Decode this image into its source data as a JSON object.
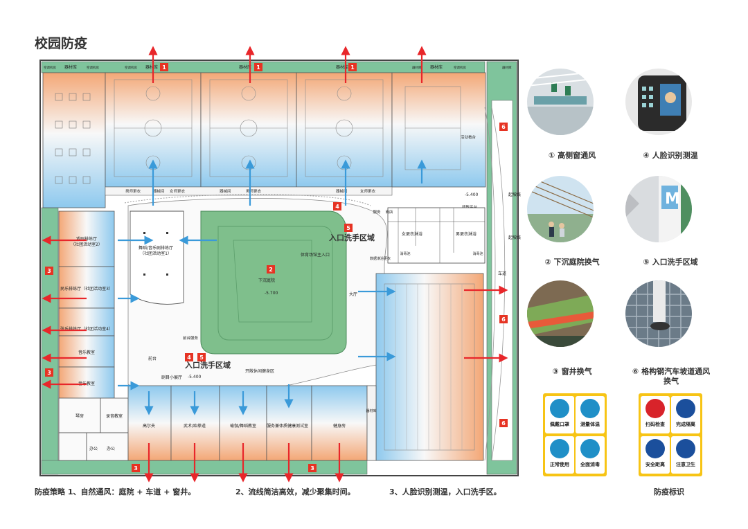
{
  "title": "校园防疫",
  "plan": {
    "top_rooms": [
      "器材库",
      "器材库",
      "器材库",
      "器材库",
      "空调机房",
      "器材库",
      "器材库",
      "空调机房"
    ],
    "small_rooms": [
      "器材库",
      "空调机房",
      "空调机房",
      "器材库"
    ],
    "rooms": {
      "drama": "戏剧排练厅\n（社团活动室2）",
      "dance": "舞蹈/音乐剧排练厅\n（社团活动室1）",
      "folk": "民乐排练厅（社团活动室3）",
      "band": "弦乐排练厅（社团活动室4）",
      "music1": "音乐教室",
      "music2": "音乐教室",
      "piano": "琴房",
      "record": "录音教室",
      "office1": "办公",
      "office2": "办公",
      "golf": "高尔夫",
      "martial": "武术/跆拳道",
      "yoga": "瑜伽/舞蹈教室",
      "health": "服务兼体质健康测试室",
      "gym": "健身房",
      "equip": "器材库",
      "lobby": "前台",
      "minihall": "剧目小展厅",
      "frontservice": "前台服务",
      "courtyard": "下沉庭院",
      "entrance": "体育场馆主入口",
      "hall": "大厅",
      "restarea": "开敞休闲健身区",
      "stand": "活动看台",
      "platform": "疏散平台",
      "women": "女更衣淋浴",
      "men": "男更衣淋浴",
      "disinfect1": "消毒池",
      "disinfect2": "消毒池",
      "cleaner": "数据淋浴更衣",
      "lane": "车道",
      "service": "服务",
      "shop": "商店"
    },
    "changing": [
      "男师更衣",
      "器械间",
      "女师更衣",
      "器械间",
      "男师更衣",
      "器械间",
      "女师更衣"
    ],
    "levels": {
      "courtyard": "-5.700",
      "lobby": "-5.400",
      "stand": "-5.400"
    },
    "lines": {
      "start1": "起坡线",
      "start2": "起坡线"
    },
    "wash_label1": "入口洗手区域",
    "wash_label2": "入口洗手区域",
    "markers": [
      "1",
      "1",
      "1",
      "2",
      "3",
      "3",
      "3",
      "3",
      "4",
      "4",
      "5",
      "5",
      "6",
      "6",
      "6"
    ]
  },
  "captions": {
    "c1": "① 高侧窗通风",
    "c2": "② 下沉庭院换气",
    "c3": "③ 窗井换气",
    "c4": "④ 人脸识别测温",
    "c5": "⑤ 入口洗手区域",
    "c6": "⑥ 格构钢汽车坡道通风换气"
  },
  "posters": {
    "left": [
      "佩戴口罩",
      "测量体温",
      "正常使用",
      "全面消毒"
    ],
    "right": [
      "扫码检查",
      "完成隔离",
      "安全距离",
      "注意卫生"
    ]
  },
  "footer": {
    "s1": "防疫策略 1、自然通风：庭院 + 车道 + 窗井。",
    "s2": "2、流线简洁高效，减少聚集时间。",
    "s3": "3、人脸识别测温，入口洗手区。",
    "s4": "防疫标识"
  },
  "colors": {
    "arrow_red": "#e8262a",
    "arrow_blue": "#3a9ad9",
    "green": "#6fb98a",
    "court_green": "#7fbf8c",
    "orange": "#f2a675",
    "blue": "#9fd0ef",
    "marker": "#e63323"
  }
}
